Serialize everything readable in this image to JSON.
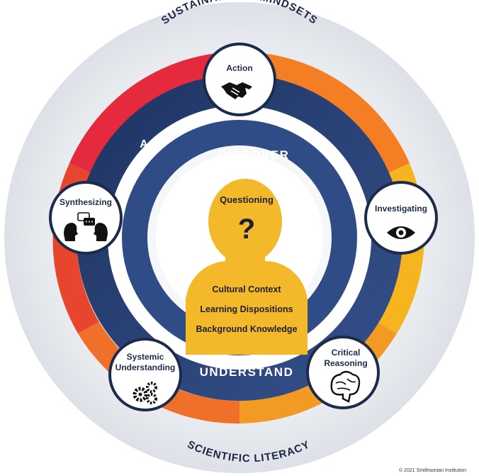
{
  "outer_labels": {
    "top": "SUSTAINABILITY MINDSETS",
    "bottom": "SCIENTIFIC LITERACY"
  },
  "ring_labels": {
    "act": "ACT",
    "discover": "DISCOVER",
    "understand": "UNDERSTAND"
  },
  "center": {
    "title": "Questioning",
    "symbol": "?",
    "lines": [
      "Cultural Context",
      "Learning Dispositions",
      "Background Knowledge"
    ]
  },
  "nodes": [
    {
      "id": "action",
      "label_lines": [
        "Action"
      ],
      "icon": "handshake-icon"
    },
    {
      "id": "investigating",
      "label_lines": [
        "Investigating"
      ],
      "icon": "eye-icon"
    },
    {
      "id": "critical-reasoning",
      "label_lines": [
        "Critical",
        "Reasoning"
      ],
      "icon": "brain-icon"
    },
    {
      "id": "systemic-understanding",
      "label_lines": [
        "Systemic",
        "Understanding"
      ],
      "icon": "gears-icon"
    },
    {
      "id": "synthesizing",
      "label_lines": [
        "Synthesizing"
      ],
      "icon": "conversation-icon"
    }
  ],
  "colors": {
    "background_circle": "#e4e7ec",
    "outer_ring_red": "#e42a3c",
    "outer_ring_orange": "#f0702a",
    "outer_ring_yellow": "#f6b41e",
    "inner_ring_navy": "#233a69",
    "inner_ring_blue": "#3d5d98",
    "figure_yellow": "#f4b92a",
    "node_border": "#1d2b4a"
  },
  "copyright": "© 2021 Smithsonian Institution"
}
